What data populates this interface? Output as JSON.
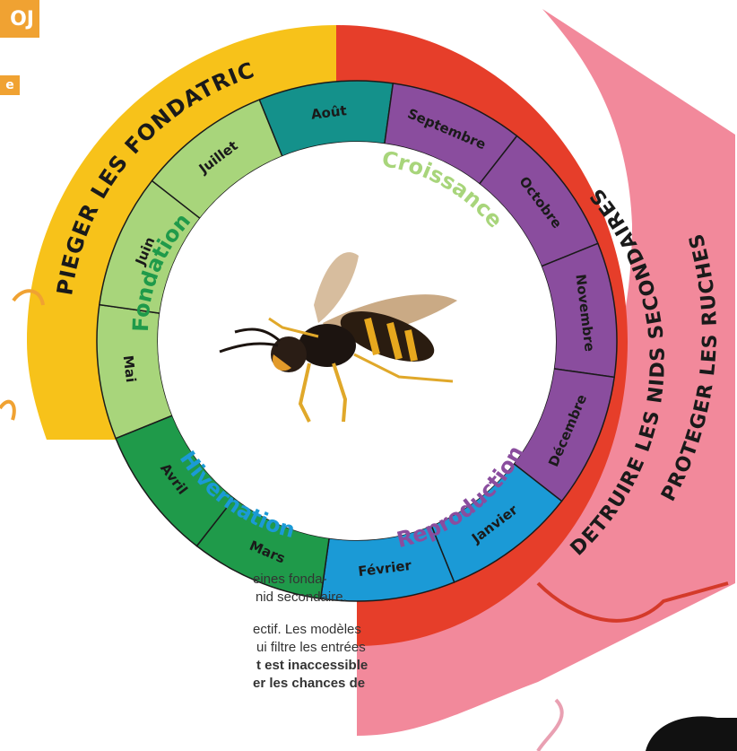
{
  "tags": {
    "top": "OJ",
    "second": "e"
  },
  "outer_ring": {
    "trap": {
      "label": "PIEGER LES FONDATRICES",
      "color": "#f7c21a"
    },
    "destroy": {
      "label": "DETRUIRE LES NIDS SECONDAIRES",
      "color": "#e63e2a"
    },
    "protect": {
      "label": "PROTEGER LES RUCHES",
      "color": "#f2899b"
    }
  },
  "months": [
    {
      "name": "Mai",
      "color": "#a8d57b"
    },
    {
      "name": "Juin",
      "color": "#a8d57b"
    },
    {
      "name": "Juillet",
      "color": "#a8d57b"
    },
    {
      "name": "Août",
      "color": "#14918b"
    },
    {
      "name": "Septembre",
      "color": "#8a4d9e"
    },
    {
      "name": "Octobre",
      "color": "#8a4d9e"
    },
    {
      "name": "Novembre",
      "color": "#8a4d9e"
    },
    {
      "name": "Décembre",
      "color": "#8a4d9e"
    },
    {
      "name": "Janvier",
      "color": "#1b9ad6"
    },
    {
      "name": "Février",
      "color": "#1b9ad6"
    },
    {
      "name": "Mars",
      "color": "#1f9a4a"
    },
    {
      "name": "Avril",
      "color": "#1f9a4a"
    }
  ],
  "phases": [
    {
      "name": "Fondation",
      "color": "#1f9a4a"
    },
    {
      "name": "Croissance",
      "color": "#a8d57b"
    },
    {
      "name": "Reproduction",
      "color": "#8a4d9e"
    },
    {
      "name": "Hivernation",
      "color": "#1b9ad6"
    }
  ],
  "paragraph": {
    "line1": "eines fonda-",
    "line2": "nid secondaire.",
    "line3": "ectif. Les modèles",
    "line4": "ui filtre les entrées",
    "line5_bold": "t est inaccessible",
    "line6_bold": "er les chances de"
  }
}
